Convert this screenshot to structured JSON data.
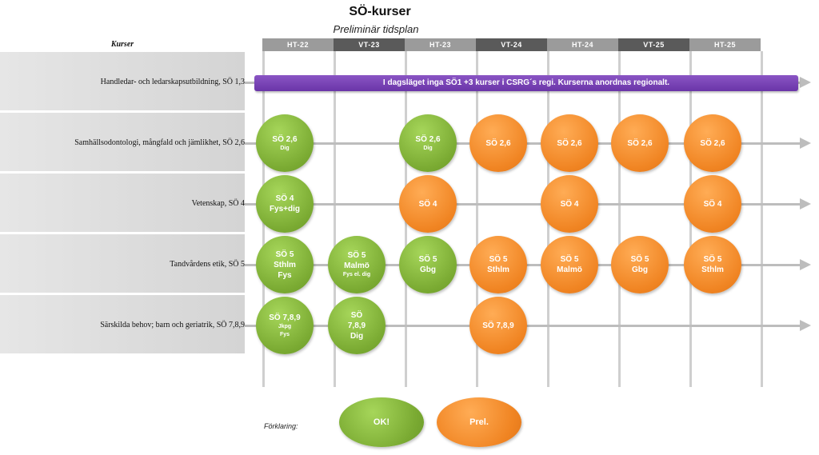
{
  "title": "SÖ-kurser",
  "subtitle": "Preliminär tidsplan",
  "courses_header": "Kurser",
  "terms": [
    "HT-22",
    "VT-23",
    "HT-23",
    "VT-24",
    "HT-24",
    "VT-25",
    "HT-25"
  ],
  "colors": {
    "green": "#7aaa32",
    "orange": "#f08422",
    "purple": "#7a45b8",
    "term_dark": "#5a5a5a",
    "term_light": "#9b9b9b"
  },
  "rows": [
    {
      "label": "Handledar- och ledarskapsutbildning, SÖ 1,3"
    },
    {
      "label": "Samhällsodontologi, mångfald och jämlikhet, SÖ 2,6"
    },
    {
      "label": "Vetenskap, SÖ 4"
    },
    {
      "label": "Tandvårdens etik, SÖ 5"
    },
    {
      "label": "Särskilda behov; barn och geriatrik, SÖ 7,8,9"
    }
  ],
  "banner": "I dagsläget inga SÖ1 +3 kurser i CSRG´s regi. Kurserna anordnas regionalt.",
  "circles": [
    {
      "row": 1,
      "term": 0,
      "status": "green",
      "main": "SÖ 2,6",
      "sub": "Dig"
    },
    {
      "row": 1,
      "term": 2,
      "status": "green",
      "main": "SÖ 2,6",
      "sub": "Dig"
    },
    {
      "row": 1,
      "term": 3,
      "status": "orange",
      "main": "SÖ 2,6",
      "sub": ""
    },
    {
      "row": 1,
      "term": 4,
      "status": "orange",
      "main": "SÖ 2,6",
      "sub": ""
    },
    {
      "row": 1,
      "term": 5,
      "status": "orange",
      "main": "SÖ 2,6",
      "sub": ""
    },
    {
      "row": 1,
      "term": 6,
      "status": "orange",
      "main": "SÖ 2,6",
      "sub": ""
    },
    {
      "row": 2,
      "term": 0,
      "status": "green",
      "main": "SÖ 4\nFys+dig",
      "sub": ""
    },
    {
      "row": 2,
      "term": 2,
      "status": "orange",
      "main": "SÖ 4",
      "sub": ""
    },
    {
      "row": 2,
      "term": 4,
      "status": "orange",
      "main": "SÖ 4",
      "sub": ""
    },
    {
      "row": 2,
      "term": 6,
      "status": "orange",
      "main": "SÖ 4",
      "sub": ""
    },
    {
      "row": 3,
      "term": 0,
      "status": "green",
      "main": "SÖ  5\nSthlm\nFys",
      "sub": ""
    },
    {
      "row": 3,
      "term": 1,
      "status": "green",
      "main": "SÖ  5\nMalmö",
      "sub": "Fys el. dig"
    },
    {
      "row": 3,
      "term": 2,
      "status": "green",
      "main": "SÖ  5\nGbg",
      "sub": ""
    },
    {
      "row": 3,
      "term": 3,
      "status": "orange",
      "main": "SÖ 5\nSthlm",
      "sub": ""
    },
    {
      "row": 3,
      "term": 4,
      "status": "orange",
      "main": "SÖ 5\nMalmö",
      "sub": ""
    },
    {
      "row": 3,
      "term": 5,
      "status": "orange",
      "main": "SÖ 5\nGbg",
      "sub": ""
    },
    {
      "row": 3,
      "term": 6,
      "status": "orange",
      "main": "SÖ 5\nSthlm",
      "sub": ""
    },
    {
      "row": 4,
      "term": 0,
      "status": "green",
      "main": "SÖ  7,8,9",
      "sub": "Jkpg\nFys"
    },
    {
      "row": 4,
      "term": 1,
      "status": "green",
      "main": "SÖ\n7,8,9\nDig",
      "sub": ""
    },
    {
      "row": 4,
      "term": 3,
      "status": "orange",
      "main": "SÖ 7,8,9",
      "sub": ""
    }
  ],
  "legend": {
    "label": "Förklaring:",
    "ok": "OK!",
    "prel": "Prel."
  }
}
